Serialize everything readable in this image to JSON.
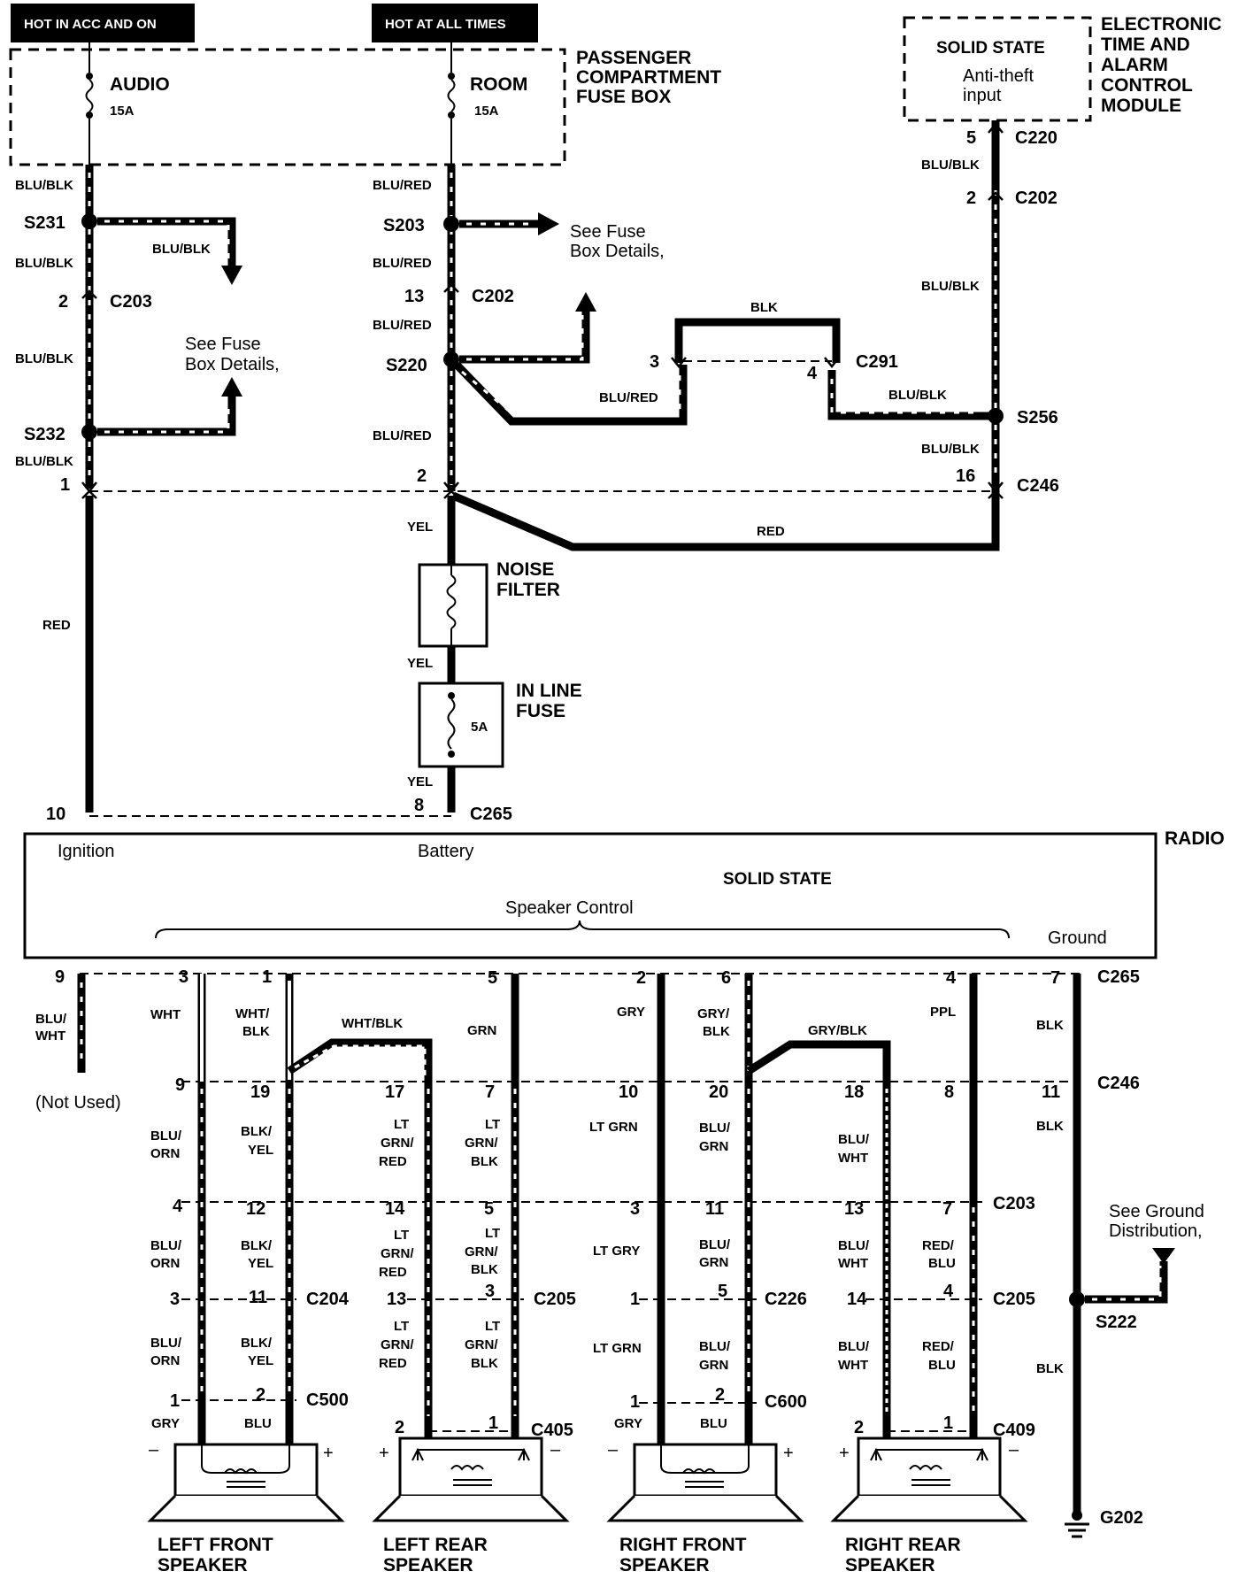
{
  "headers": {
    "hot_acc_on": "HOT IN ACC AND ON",
    "hot_all_times": "HOT AT ALL TIMES"
  },
  "fuse_box": {
    "title_line1": "PASSENGER",
    "title_line2": "COMPARTMENT",
    "title_line3": "FUSE BOX",
    "audio_fuse": "AUDIO",
    "audio_rating": "15A",
    "room_fuse": "ROOM",
    "room_rating": "15A"
  },
  "etacm": {
    "solid_state": "SOLID STATE",
    "input_line1": "Anti-theft",
    "input_line2": "input",
    "title_line1": "ELECTRONIC",
    "title_line2": "TIME AND",
    "title_line3": "ALARM",
    "title_line4": "CONTROL",
    "title_line5": "MODULE"
  },
  "see_fuse_1_line1": "See Fuse",
  "see_fuse_1_line2": "Box Details,",
  "see_fuse_2_line1": "See Fuse",
  "see_fuse_2_line2": "Box Details,",
  "see_ground_line1": "See Ground",
  "see_ground_line2": "Distribution,",
  "components": {
    "noise_filter_line1": "NOISE",
    "noise_filter_line2": "FILTER",
    "inline_fuse_line1": "IN LINE",
    "inline_fuse_line2": "FUSE",
    "inline_rating": "5A"
  },
  "radio": {
    "title": "RADIO",
    "solid_state": "SOLID STATE",
    "ignition": "Ignition",
    "battery": "Battery",
    "speaker_control": "Speaker Control",
    "ground": "Ground"
  },
  "not_used": "(Not Used)",
  "speakers": {
    "lf_line1": "LEFT FRONT",
    "lf_line2": "SPEAKER",
    "lr_line1": "LEFT REAR",
    "lr_line2": "SPEAKER",
    "rf_line1": "RIGHT FRONT",
    "rf_line2": "SPEAKER",
    "rr_line1": "RIGHT REAR",
    "rr_line2": "SPEAKER"
  },
  "connectors": {
    "C220": "C220",
    "C202a": "C202",
    "C203a": "C203",
    "C202b": "C202",
    "C291": "C291",
    "C246a": "C246",
    "C265a": "C265",
    "C265b": "C265",
    "C246b": "C246",
    "C203b": "C203",
    "C204": "C204",
    "C205a": "C205",
    "C226": "C226",
    "C205b": "C205",
    "C500": "C500",
    "C405": "C405",
    "C600": "C600",
    "C409": "C409",
    "G202": "G202"
  },
  "splices": {
    "S231": "S231",
    "S232": "S232",
    "S203": "S203",
    "S220": "S220",
    "S256": "S256",
    "S222": "S222"
  },
  "wire_colors": {
    "blu_blk": "BLU/BLK",
    "blu_red": "BLU/RED",
    "blk": "BLK",
    "red": "RED",
    "yel": "YEL",
    "wht": "WHT",
    "wht_": "WHT/",
    "blk_": "BLK",
    "wht_blk": "WHT/BLK",
    "grn": "GRN",
    "gry": "GRY",
    "gry_": "GRY/",
    "gry_blk": "GRY/BLK",
    "ppl": "PPL",
    "blu_": "BLU/",
    "wht2": "WHT",
    "orn": "ORN",
    "blk_s": "BLK/",
    "yel2": "YEL",
    "lt": "LT",
    "grn_s": "GRN/",
    "red2": "RED",
    "blk2": "BLK",
    "lt_grn": "LT  GRN",
    "lt_gry": "LT GRY",
    "lt_grn2": "LT GRN",
    "blu": "BLU",
    "red_s": "RED/",
    "blu2": "BLU",
    "grn2": "GRN"
  },
  "pins": {
    "p5": "5",
    "p2": "2",
    "p13": "13",
    "p3": "3",
    "p4": "4",
    "p1": "1",
    "p16": "16",
    "p10": "10",
    "p8": "8",
    "p9": "9",
    "p6": "6",
    "p7": "7",
    "p19": "19",
    "p17": "17",
    "p20": "20",
    "p18": "18",
    "p11": "11",
    "p12": "12",
    "p14": "14"
  },
  "polarity": {
    "minus": "–",
    "plus": "+"
  }
}
